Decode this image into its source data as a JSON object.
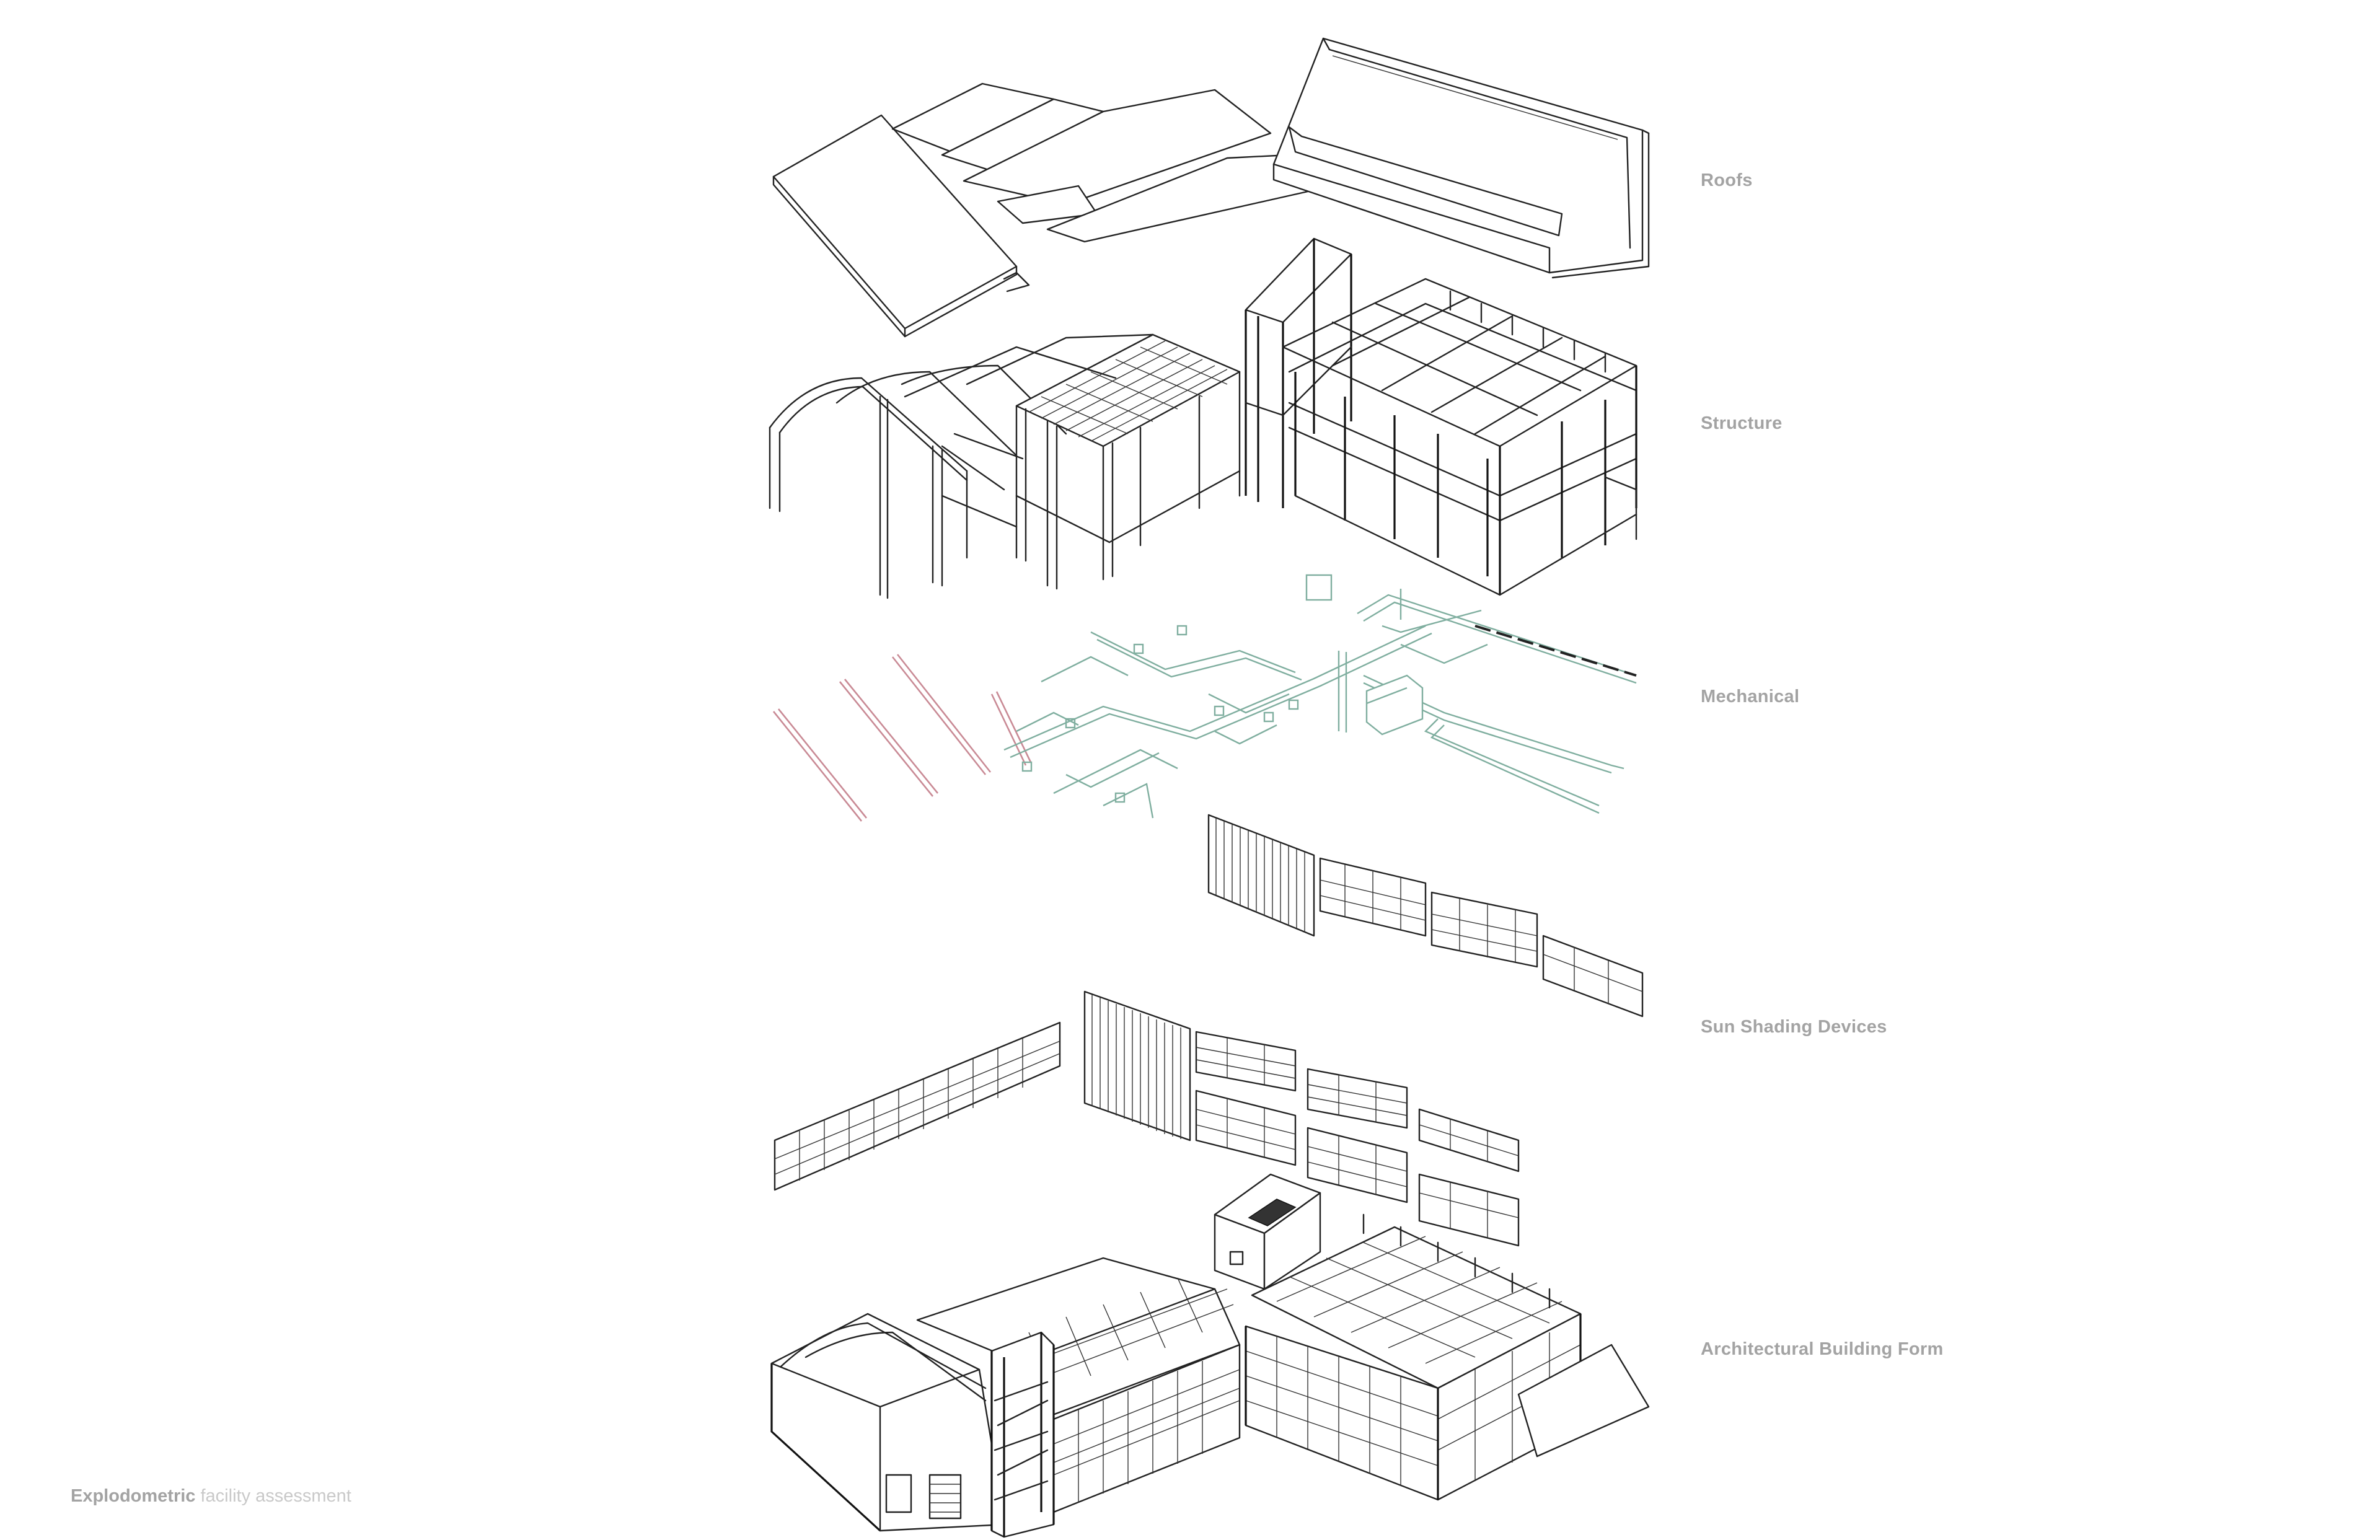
{
  "layers": {
    "roofs": "Roofs",
    "structure": "Structure",
    "mechanical": "Mechanical",
    "sun_shading": "Sun Shading Devices",
    "architectural": "Architectural Building Form"
  },
  "caption": {
    "bold": "Explodometric",
    "light": "facility assessment"
  },
  "colors": {
    "label": "#a3a3a3",
    "line": "#222222",
    "mechanical_duct": "#7fae9f",
    "pipe": "#c98a95"
  }
}
